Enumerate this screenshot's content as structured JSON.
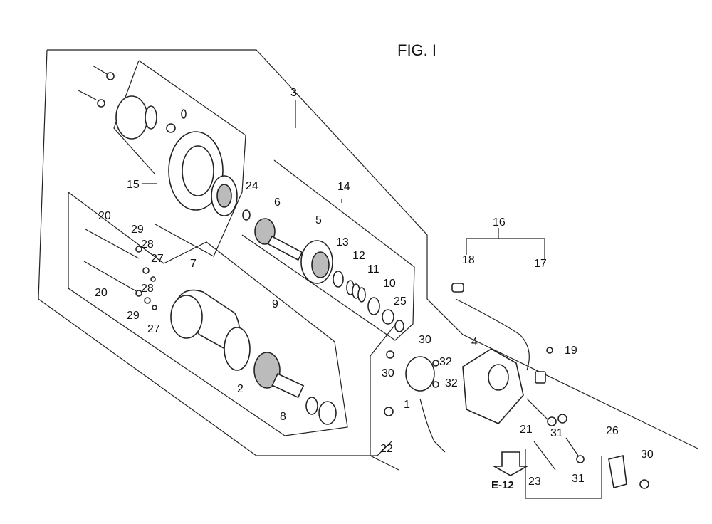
{
  "figure": {
    "title": "FIG. I",
    "reference": "E-12"
  },
  "callouts": [
    {
      "id": "c3",
      "text": "3"
    },
    {
      "id": "c15",
      "text": "15"
    },
    {
      "id": "c24",
      "text": "24"
    },
    {
      "id": "c14",
      "text": "14"
    },
    {
      "id": "c6",
      "text": "6"
    },
    {
      "id": "c5",
      "text": "5"
    },
    {
      "id": "c13",
      "text": "13"
    },
    {
      "id": "c12",
      "text": "12"
    },
    {
      "id": "c11",
      "text": "11"
    },
    {
      "id": "c10",
      "text": "10"
    },
    {
      "id": "c25",
      "text": "25"
    },
    {
      "id": "c20a",
      "text": "20"
    },
    {
      "id": "c29a",
      "text": "29"
    },
    {
      "id": "c28a",
      "text": "28"
    },
    {
      "id": "c27a",
      "text": "27"
    },
    {
      "id": "c7",
      "text": "7"
    },
    {
      "id": "c20b",
      "text": "20"
    },
    {
      "id": "c28b",
      "text": "28"
    },
    {
      "id": "c29b",
      "text": "29"
    },
    {
      "id": "c27b",
      "text": "27"
    },
    {
      "id": "c9",
      "text": "9"
    },
    {
      "id": "c2",
      "text": "2"
    },
    {
      "id": "c8",
      "text": "8"
    },
    {
      "id": "c16",
      "text": "16"
    },
    {
      "id": "c18",
      "text": "18"
    },
    {
      "id": "c17",
      "text": "17"
    },
    {
      "id": "c30a",
      "text": "30"
    },
    {
      "id": "c4",
      "text": "4"
    },
    {
      "id": "c19",
      "text": "19"
    },
    {
      "id": "c30b",
      "text": "30"
    },
    {
      "id": "c32a",
      "text": "32"
    },
    {
      "id": "c32b",
      "text": "32"
    },
    {
      "id": "c1",
      "text": "1"
    },
    {
      "id": "c22",
      "text": "22"
    },
    {
      "id": "c21",
      "text": "21"
    },
    {
      "id": "c31a",
      "text": "31"
    },
    {
      "id": "c26",
      "text": "26"
    },
    {
      "id": "c30c",
      "text": "30"
    },
    {
      "id": "c23",
      "text": "23"
    },
    {
      "id": "c31b",
      "text": "31"
    }
  ]
}
